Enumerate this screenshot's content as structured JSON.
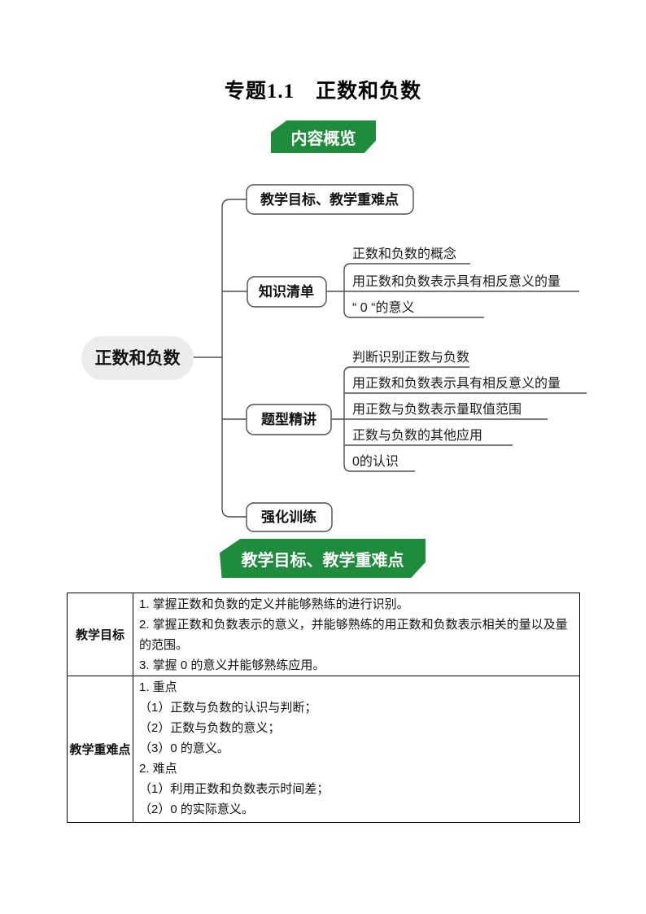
{
  "page": {
    "title": "专题1.1　正数和负数"
  },
  "banners": {
    "overview": "内容概览",
    "objectives": "教学目标、教学重难点"
  },
  "colors": {
    "banner_green": "#1e8b3d",
    "line_gray": "#4d4d4d",
    "root_node_fill": "#ececec"
  },
  "mindmap": {
    "root": "正数和负数",
    "branches": [
      {
        "label": "教学目标、教学重难点",
        "children": []
      },
      {
        "label": "知识清单",
        "children": [
          "正数和负数的概念",
          "用正数和负数表示具有相反意义的量",
          "“ 0 “的意义"
        ]
      },
      {
        "label": "题型精讲",
        "children": [
          "判断识别正数与负数",
          "用正数和负数表示具有相反意义的量",
          "用正数与负数表示量取值范围",
          "正数与负数的其他应用",
          "0的认识"
        ]
      },
      {
        "label": "强化训练",
        "children": []
      }
    ]
  },
  "table": {
    "rows": [
      {
        "header": "教学目标",
        "lines": [
          "1. 掌握正数和负数的定义并能够熟练的进行识别。",
          "2. 掌握正数和负数表示的意义，并能够熟练的用正数和负数表示相关的量以及量的范围。",
          "3. 掌握 0 的意义并能够熟练应用。"
        ]
      },
      {
        "header": "教学重难点",
        "lines": [
          "1. 重点",
          "（1）正数与负数的认识与判断；",
          "（2）正数与负数的意义；",
          "（3）0 的意义。",
          "2. 难点",
          "（1）利用正数和负数表示时间差；",
          "（2）0 的实际意义。"
        ]
      }
    ]
  }
}
